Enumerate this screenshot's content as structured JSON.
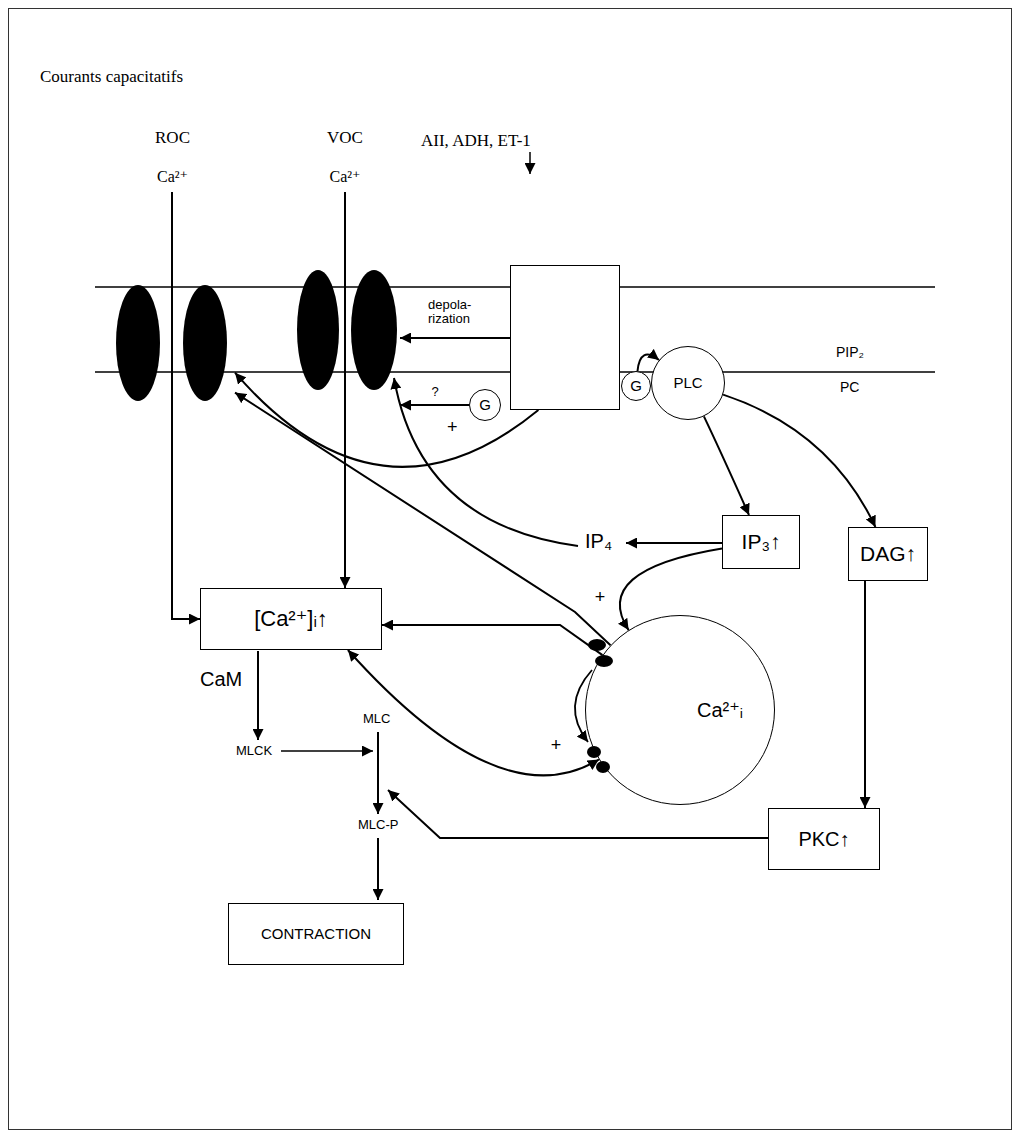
{
  "diagram": {
    "title": "Courants capacitatifs",
    "nodes": [
      {
        "text": [
          "ROC",
          "Ca²⁺"
        ]
      },
      {
        "text": [
          "VOC",
          "Ca²⁺"
        ]
      },
      {
        "text": [
          "AII, ADH, ET-1"
        ]
      },
      {
        "text": [
          "G"
        ]
      },
      {
        "text": [
          "G"
        ]
      },
      {
        "text": [
          "PLC"
        ]
      },
      {
        "text": [
          "IP₃↑"
        ]
      },
      {
        "text": [
          "DAG↑"
        ]
      },
      {
        "text": [
          "[Ca²⁺]ᵢ↑"
        ]
      },
      {
        "text": [
          "Ca²⁺ᵢ"
        ]
      },
      {
        "text": [
          "PKC↑"
        ]
      },
      {
        "text": [
          "CONTRACTION"
        ]
      }
    ],
    "edges": [
      {
        "from": 0,
        "to": 8,
        "arrow": "to"
      },
      {
        "from": 1,
        "to": 8,
        "arrow": "to"
      },
      {
        "from": 2,
        "to": 1,
        "arrow": "to",
        "label": "depola- rization"
      },
      {
        "from": 3,
        "to": 1,
        "arrow": "to",
        "label": "?"
      },
      {
        "from": 4,
        "to": 5,
        "arrow": "to"
      },
      {
        "from": 5,
        "to": 6,
        "arrow": "to"
      },
      {
        "from": 5,
        "to": 7,
        "arrow": "to"
      },
      {
        "from": 6,
        "to": 9,
        "arrow": "to",
        "label": "+"
      },
      {
        "from": 9,
        "to": 8,
        "arrow": "to"
      },
      {
        "from": 8,
        "to": 9,
        "arrow": "both",
        "label": "+"
      },
      {
        "from": 9,
        "to": 0,
        "arrow": "to"
      },
      {
        "from": 2,
        "to": 0,
        "arrow": "to"
      },
      {
        "from": 7,
        "to": 10,
        "arrow": "to"
      }
    ],
    "labels": [
      "PIP₂",
      "PC",
      "IP₄",
      "+",
      "CaM",
      "MLCK",
      "MLC",
      "MLC-P"
    ]
  }
}
